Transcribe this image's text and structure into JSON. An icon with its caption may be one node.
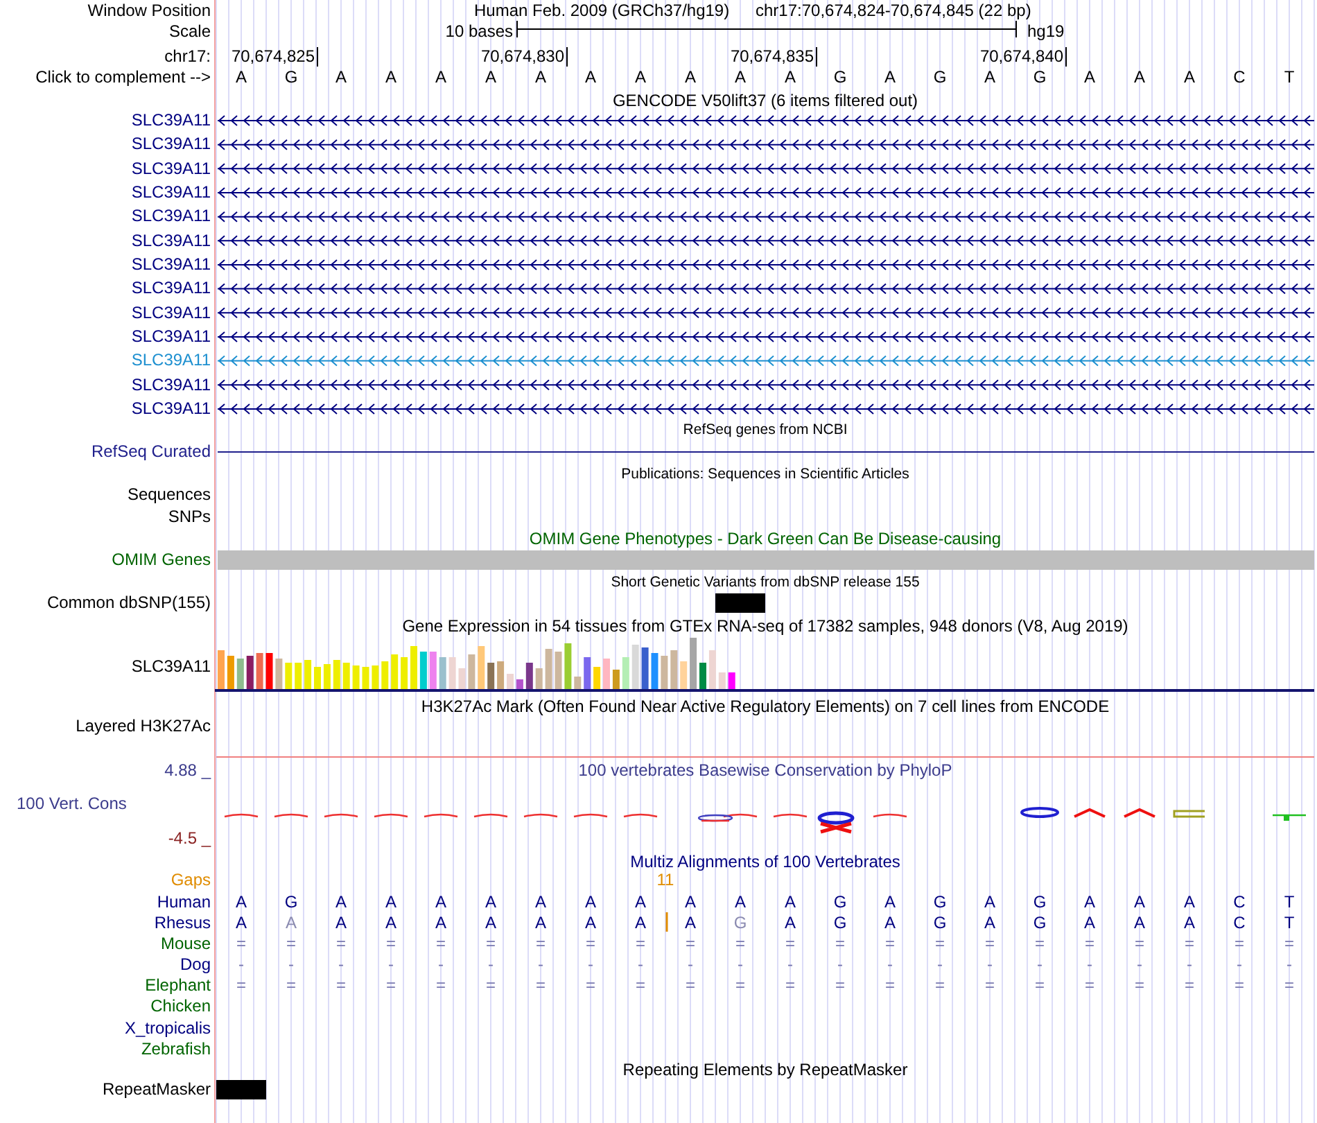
{
  "diagram": {
    "nodes": [
      {
        "text": [],
        "shape": "bar"
      }
    ],
    "labels": [
      "Window Position",
      "Human Feb. 2009 (GRCh37/hg19)",
      "chr17:70,674,824-70,674,845 (22 bp)",
      "Scale",
      "10 bases",
      "hg19",
      "chr17:",
      "70,674,825",
      "70,674,830",
      "70,674,835",
      "70,674,840",
      "Click to complement -->",
      "A",
      "G",
      "A",
      "A",
      "A",
      "A",
      "A",
      "A",
      "A",
      "A",
      "A",
      "A",
      "G",
      "A",
      "G",
      "A",
      "G",
      "A",
      "A",
      "A",
      "C",
      "T",
      "GENCODE V50lift37 (6 items filtered out)",
      "SLC39A11",
      "SLC39A11",
      "SLC39A11",
      "SLC39A11",
      "SLC39A11",
      "SLC39A11",
      "SLC39A11",
      "SLC39A11",
      "SLC39A11",
      "SLC39A11",
      "SLC39A11",
      "SLC39A11",
      "SLC39A11",
      "RefSeq genes from NCBI",
      "RefSeq Curated",
      "Publications: Sequences in Scientific Articles",
      "Sequences",
      "SNPs",
      "OMIM Gene Phenotypes - Dark Green Can Be Disease-causing",
      "OMIM Genes",
      "Short Genetic Variants from dbSNP release 155",
      "Common dbSNP(155)",
      "Gene Expression in 54 tissues from GTEx RNA-seq of 17382 samples, 948 donors (V8, Aug 2019)",
      "SLC39A11",
      "H3K27Ac Mark (Often Found Near Active Regulatory Elements) on 7 cell lines from ENCODE",
      "Layered H3K27Ac",
      "4.88 _",
      "100 vertebrates Basewise Conservation by PhyloP",
      "100 Vert. Cons",
      "-4.5 _",
      "Multiz Alignments of 100 Vertebrates",
      "Gaps",
      "11",
      "Human",
      "A",
      "G",
      "A",
      "A",
      "A",
      "A",
      "A",
      "A",
      "A",
      "A",
      "A",
      "A",
      "G",
      "A",
      "G",
      "A",
      "G",
      "A",
      "A",
      "A",
      "C",
      "T",
      "Rhesus",
      "A",
      "A",
      "A",
      "A",
      "A",
      "A",
      "A",
      "A",
      "A",
      "A",
      "G",
      "A",
      "G",
      "A",
      "G",
      "A",
      "G",
      "A",
      "A",
      "A",
      "C",
      "T",
      "Mouse",
      "=",
      "=",
      "=",
      "=",
      "=",
      "=",
      "=",
      "=",
      "=",
      "=",
      "=",
      "=",
      "=",
      "=",
      "=",
      "=",
      "=",
      "=",
      "=",
      "=",
      "=",
      "=",
      "Dog",
      "-",
      "-",
      "-",
      "-",
      "-",
      "-",
      "-",
      "-",
      "-",
      "-",
      "-",
      "-",
      "-",
      "-",
      "-",
      "-",
      "-",
      "-",
      "-",
      "-",
      "-",
      "-",
      "Elephant",
      "=",
      "=",
      "=",
      "=",
      "=",
      "=",
      "=",
      "=",
      "=",
      "=",
      "=",
      "=",
      "=",
      "=",
      "=",
      "=",
      "=",
      "=",
      "=",
      "=",
      "=",
      "=",
      "Chicken",
      "X_tropicalis",
      "Zebrafish",
      "Repeating Elements by RepeatMasker",
      "RepeatMasker"
    ]
  }
}
